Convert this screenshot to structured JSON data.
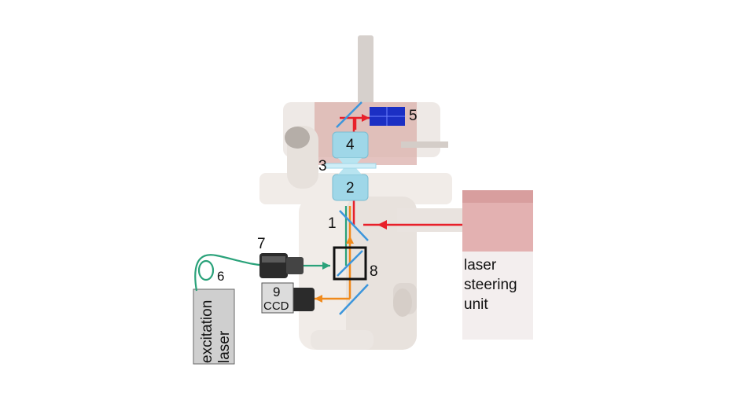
{
  "labels": {
    "n1": "1",
    "n2": "2",
    "n3": "3",
    "n4": "4",
    "n5": "5",
    "n6": "6",
    "n7": "7",
    "n8": "8",
    "n9": "9",
    "ccd": "CCD",
    "steering_line1": "laser",
    "steering_line2": "steering",
    "steering_line3": "unit",
    "excitation_line1": "excitation",
    "excitation_line2": "laser"
  },
  "colors": {
    "microscope_body": "#eee8e4",
    "microscope_shadow": "#d9d1cb",
    "microscope_pink": "#cf9a96",
    "steering_unit": "#e3b1b1",
    "beam_red": "#e8202a",
    "beam_green": "#2aa27a",
    "beam_orange": "#f08a1c",
    "mirror_blue": "#3c96dc",
    "objective_blue": "#9fd7e8",
    "detector_blue": "#1b2fc4",
    "box_black": "#111111",
    "ccd_box": "#dcdcdc",
    "laser_box": "#cfcfcf"
  }
}
